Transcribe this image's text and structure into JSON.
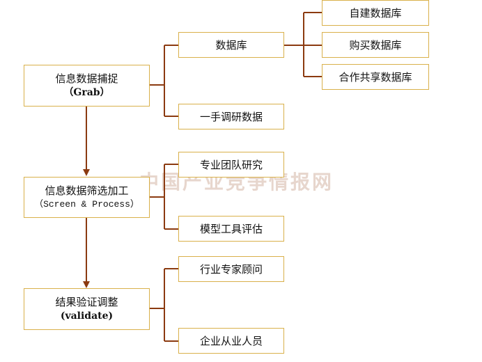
{
  "colors": {
    "connector": "#8b3a10",
    "box_border": "#d9b04a",
    "watermark": "#e7d6cd"
  },
  "watermark": "中国产业竞争情报网",
  "stages": [
    {
      "title": "信息数据捕捉",
      "subtitle": "（Grab）"
    },
    {
      "title": "信息数据筛选加工",
      "subtitle": "（Screen & Process）"
    },
    {
      "title": "结果验证调整",
      "subtitle": "(validate)"
    }
  ],
  "sources": {
    "database": "数据库",
    "firsthand": "一手调研数据",
    "database_types": [
      "自建数据库",
      "购买数据库",
      "合作共享数据库"
    ]
  },
  "processing": {
    "team_research": "专业团队研究",
    "model_tools": "模型工具评估"
  },
  "validation": {
    "industry_experts": "行业专家顾问",
    "practitioners": "企业从业人员"
  }
}
